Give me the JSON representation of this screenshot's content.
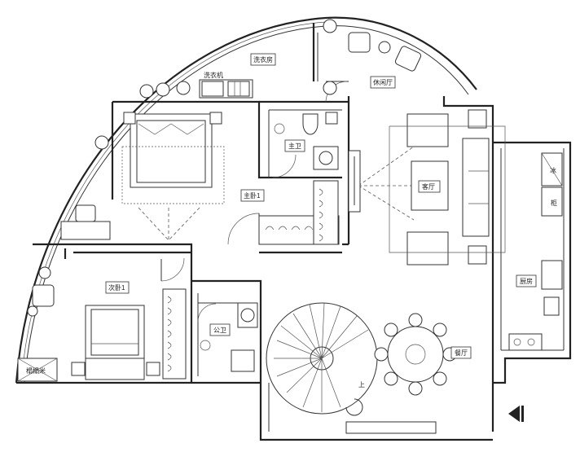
{
  "rooms": {
    "laundry": "洗衣房",
    "leisure": "休闲厅",
    "master_bath": "主卫",
    "master_bedroom": "主卧1",
    "living": "客厅",
    "second_bedroom": "次卧1",
    "public_bath": "公卫",
    "dining": "餐厅",
    "kitchen": "厨房",
    "washer": "洗衣机",
    "tatami": "榻榻米",
    "fridge": "冰",
    "up": "上",
    "cabinet": "柜"
  }
}
